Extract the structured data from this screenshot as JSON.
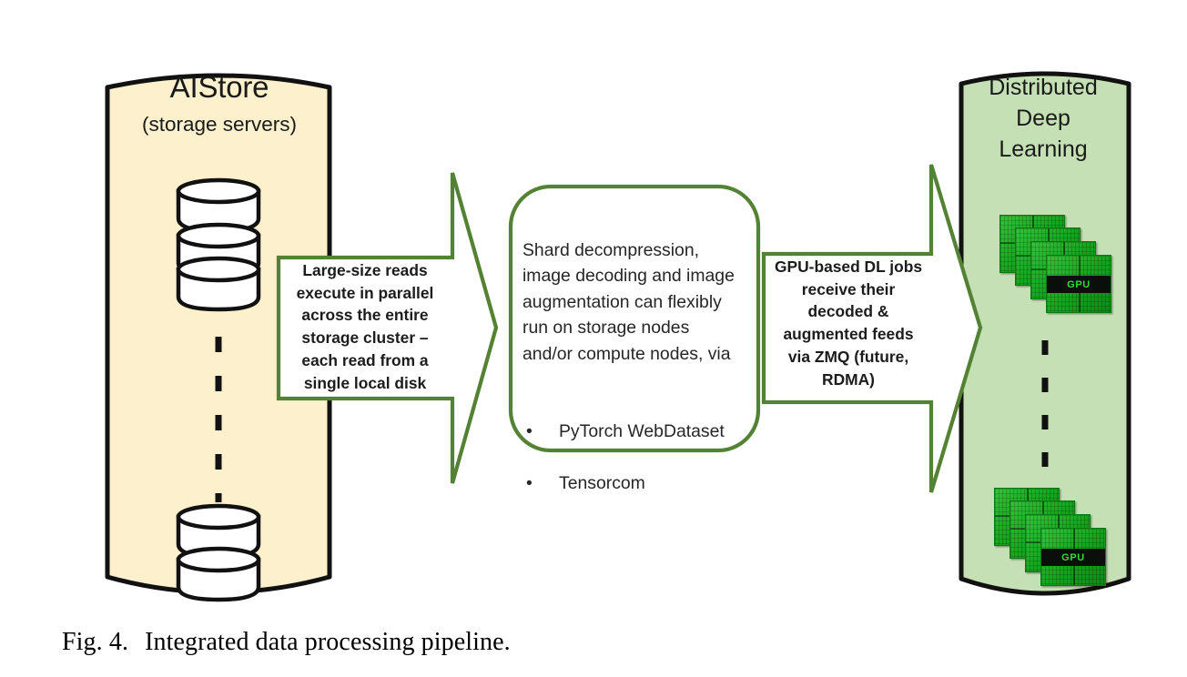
{
  "figure": {
    "caption_number": "Fig. 4.",
    "caption_text": "Integrated data processing pipeline."
  },
  "colors": {
    "storage_fill": "#FDF0CC",
    "compute_fill": "#C5E0B4",
    "outline_black": "#111111",
    "arrow_green": "#548235",
    "box_white": "#FFFFFF",
    "gpu_green": "#16A31C",
    "gpu_band": "#0B0F0B",
    "gpu_label_green": "#2FDD34"
  },
  "storage": {
    "title": "AIStore",
    "subtitle": "(storage servers)",
    "disk_count_top": 3,
    "disk_count_bottom": 2,
    "ellipsis": "vertical-dashed-line"
  },
  "left_arrow": {
    "label": "Large-size reads\nexecute in parallel\nacross the entire\nstorage cluster –\neach read from a\nsingle local disk",
    "direction": "right"
  },
  "center_box": {
    "paragraph": "Shard decompression, image decoding and image augmentation can flexibly run on storage nodes and/or compute nodes, via",
    "bullets": [
      "PyTorch WebDataset",
      "Tensorcom"
    ]
  },
  "right_arrow": {
    "label": "GPU-based DL jobs\nreceive their\ndecoded &\naugmented feeds\nvia ZMQ (future,\nRDMA)",
    "direction": "right"
  },
  "compute": {
    "title": "Distributed\nDeep\nLearning",
    "gpu_label": "GPU",
    "stack_count": 2,
    "cards_per_stack": 4,
    "ellipsis": "vertical-dashed-line"
  }
}
